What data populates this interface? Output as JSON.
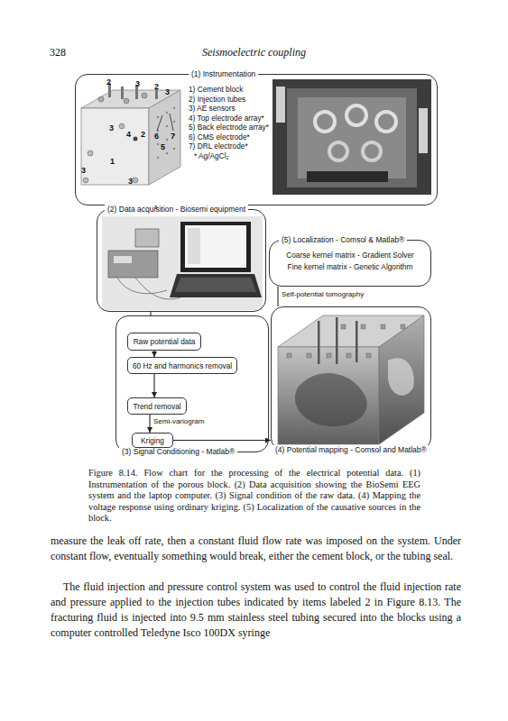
{
  "diagram": {
    "caption": "Figure 8.14. Flow chart for the processing of the electrical potential data. (1) Instrumentation of the porous block. (2) Data acquisition showing the BioSemi EEG system and the laptop computer. (3) Signal condition of the raw data. (4) Mapping the voltage response using ordinary kriging. (5) Localization of the causative sources in the block.",
    "nodes": [
      {
        "text": [
          "(1) Instrumentation",
          "1) Cement block",
          "2) Injection tubes",
          "3) AE sensors",
          "4) Top electrode array*",
          "5) Back electrode array*",
          "6) CMS electrode*",
          "7) DRL electrode*",
          "* Ag/AgCl₂"
        ]
      },
      {
        "text": [
          "(2) Data acquisition - Biosemi equipment"
        ]
      },
      {
        "text": [
          "(5) Localization - Comsol & Matlab®",
          "Coarse kernel matrix - Gradient Solver",
          "Fine kernel matrix - Genetic Algorithm"
        ]
      },
      {
        "text": [
          "(3) Signal Conditioning - Matlab®"
        ]
      },
      {
        "text": [
          "Raw potential data"
        ],
        "in": 3
      },
      {
        "text": [
          "60 Hz and harmonics removal"
        ],
        "in": 3
      },
      {
        "text": [
          "Trend removal"
        ],
        "in": 3
      },
      {
        "text": [
          "Kriging"
        ],
        "in": 3
      },
      {
        "text": [
          "(4) Potential mapping - Comsol and Matlab®"
        ]
      }
    ],
    "edges": [
      {
        "from": 0,
        "to": 1,
        "arrow": "none"
      },
      {
        "from": 1,
        "to": 3,
        "arrow": "none"
      },
      {
        "from": 4,
        "to": 5,
        "arrow": "to"
      },
      {
        "from": 5,
        "to": 6,
        "arrow": "to"
      },
      {
        "from": 6,
        "to": 7,
        "label": "Semi-variogram",
        "arrow": "to"
      },
      {
        "from": 7,
        "to": 8,
        "arrow": "to"
      },
      {
        "from": 2,
        "to": 8,
        "label": "Self-potential tomography",
        "arrow": "none"
      }
    ],
    "labels": [
      "328",
      "Seismoelectric coupling",
      "2",
      "3",
      "2",
      "3",
      "3",
      "4",
      "2",
      "6",
      "7",
      "5",
      "1",
      "3",
      "3",
      "measure the leak off rate, then a constant fluid flow rate was imposed on the system. Under constant flow, eventually something would break, either the cement block, or the tubing seal.",
      "The fluid injection and pressure control system was used to control the fluid injection rate and pressure applied to the injection tubes indicated by items labeled 2 in Figure 8.13. The fracturing fluid is injected into 9.5 mm stainless steel tubing secured into the blocks using a computer controlled Teledyne Isco 100DX syringe"
    ]
  }
}
